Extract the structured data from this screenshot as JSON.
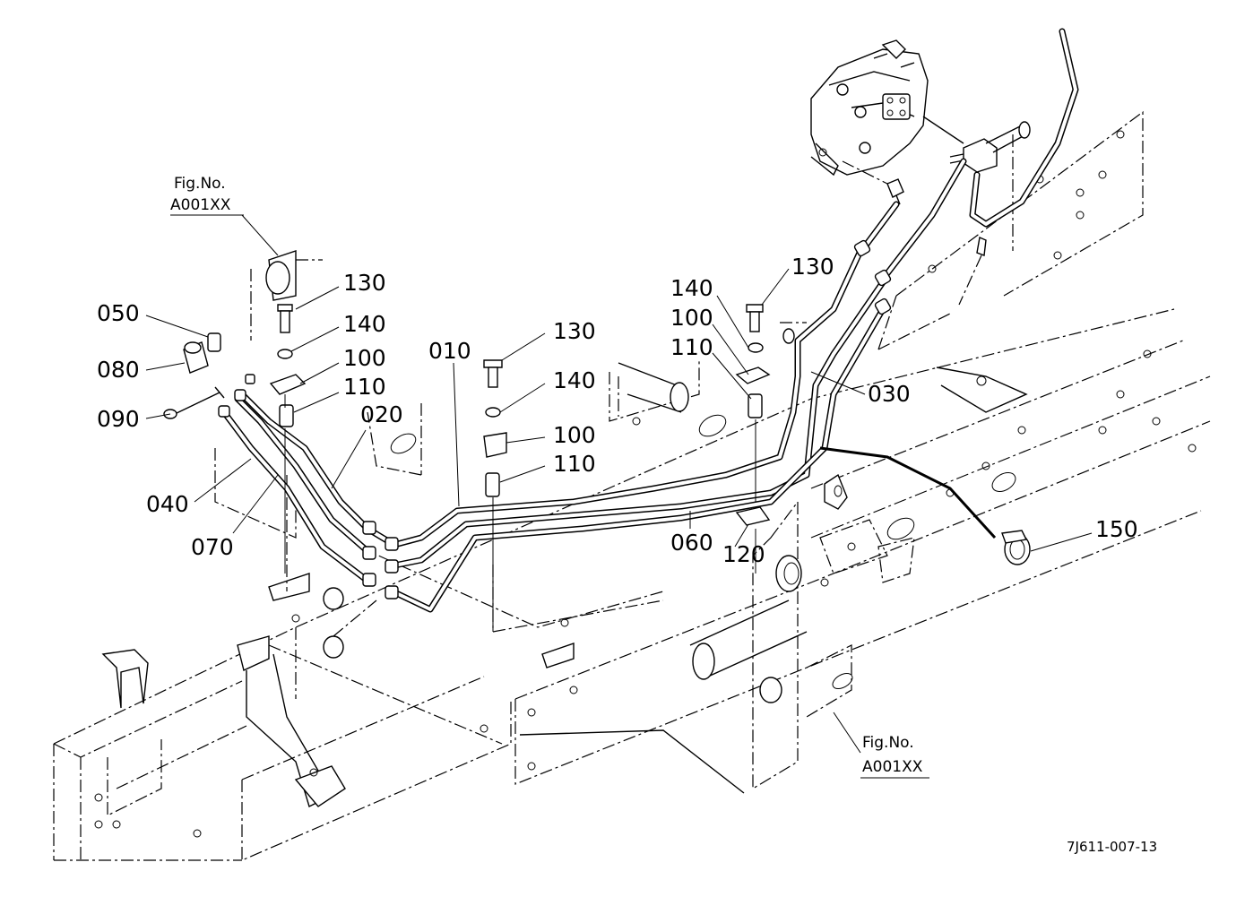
{
  "figure_refs": [
    {
      "line1": "Fig.No.",
      "line2": "A001XX"
    },
    {
      "line1": "Fig.No.",
      "line2": "A001XX"
    }
  ],
  "parts": [
    {
      "id": "p130a",
      "label": "130"
    },
    {
      "id": "p140a",
      "label": "140"
    },
    {
      "id": "p100a",
      "label": "100"
    },
    {
      "id": "p110a",
      "label": "110"
    },
    {
      "id": "p050",
      "label": "050"
    },
    {
      "id": "p080",
      "label": "080"
    },
    {
      "id": "p090",
      "label": "090"
    },
    {
      "id": "p010",
      "label": "010"
    },
    {
      "id": "p020",
      "label": "020"
    },
    {
      "id": "p040",
      "label": "040"
    },
    {
      "id": "p070",
      "label": "070"
    },
    {
      "id": "p130b",
      "label": "130"
    },
    {
      "id": "p140b",
      "label": "140"
    },
    {
      "id": "p100b",
      "label": "100"
    },
    {
      "id": "p110b",
      "label": "110"
    },
    {
      "id": "p130c",
      "label": "130"
    },
    {
      "id": "p140c",
      "label": "140"
    },
    {
      "id": "p100c",
      "label": "100"
    },
    {
      "id": "p110c",
      "label": "110"
    },
    {
      "id": "p030",
      "label": "030"
    },
    {
      "id": "p060",
      "label": "060"
    },
    {
      "id": "p120",
      "label": "120"
    },
    {
      "id": "p150",
      "label": "150"
    }
  ],
  "drawing_code": "7J611-007-13"
}
